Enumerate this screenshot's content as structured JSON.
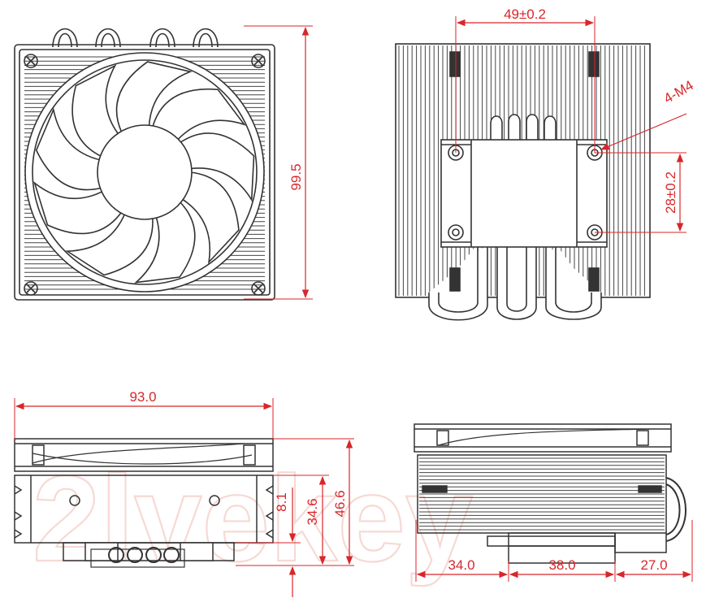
{
  "watermark": "2lvekey",
  "dimensions": {
    "top_height": "99.5",
    "hole_spacing_x": "49±0.2",
    "screw_spec": "4-M4",
    "hole_spacing_y": "28±0.2",
    "side_width": "93.0",
    "height_fin": "8.1",
    "height_base": "34.6",
    "height_total": "46.6",
    "offset_left": "34.0",
    "offset_mid": "38.0",
    "offset_right": "27.0"
  },
  "colors": {
    "drawing": "#333333",
    "dimension": "#d8262a",
    "watermark": "#f6d9d4"
  }
}
